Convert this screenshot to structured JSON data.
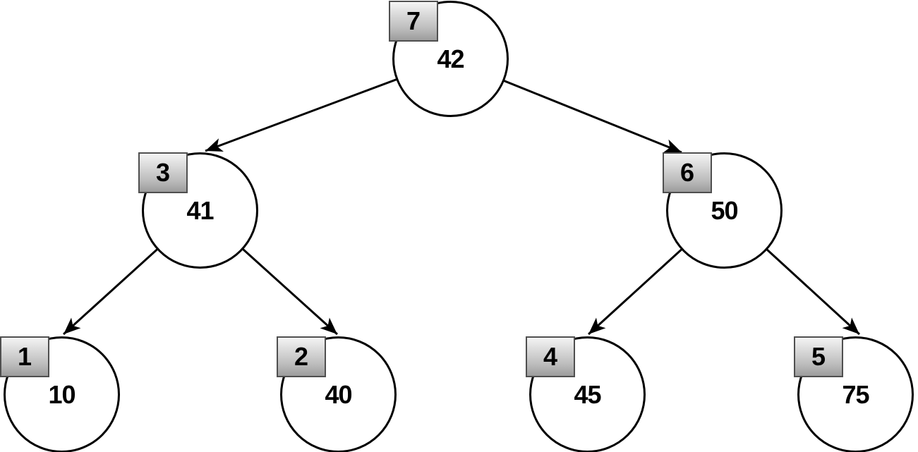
{
  "diagram": {
    "type": "binary-tree",
    "nodes": [
      {
        "order": "7",
        "value": "42",
        "role": "root"
      },
      {
        "order": "3",
        "value": "41",
        "role": "left-child-of-root"
      },
      {
        "order": "6",
        "value": "50",
        "role": "right-child-of-root"
      },
      {
        "order": "1",
        "value": "10",
        "role": "left-leaf-of-41"
      },
      {
        "order": "2",
        "value": "40",
        "role": "right-leaf-of-41"
      },
      {
        "order": "4",
        "value": "45",
        "role": "left-leaf-of-50"
      },
      {
        "order": "5",
        "value": "75",
        "role": "right-leaf-of-50"
      }
    ],
    "edges": [
      {
        "from_value": "42",
        "to_value": "41"
      },
      {
        "from_value": "42",
        "to_value": "50"
      },
      {
        "from_value": "41",
        "to_value": "10"
      },
      {
        "from_value": "41",
        "to_value": "40"
      },
      {
        "from_value": "50",
        "to_value": "45"
      },
      {
        "from_value": "50",
        "to_value": "75"
      }
    ],
    "colors": {
      "background": "#ffffff",
      "node_fill": "#ffffff",
      "node_stroke": "#000000",
      "edge_color": "#000000",
      "badge_border": "#4f4f4f",
      "badge_gradient_top": "#f4f4f4",
      "badge_gradient_bottom": "#9c9c9c",
      "text_color": "#000000"
    }
  }
}
